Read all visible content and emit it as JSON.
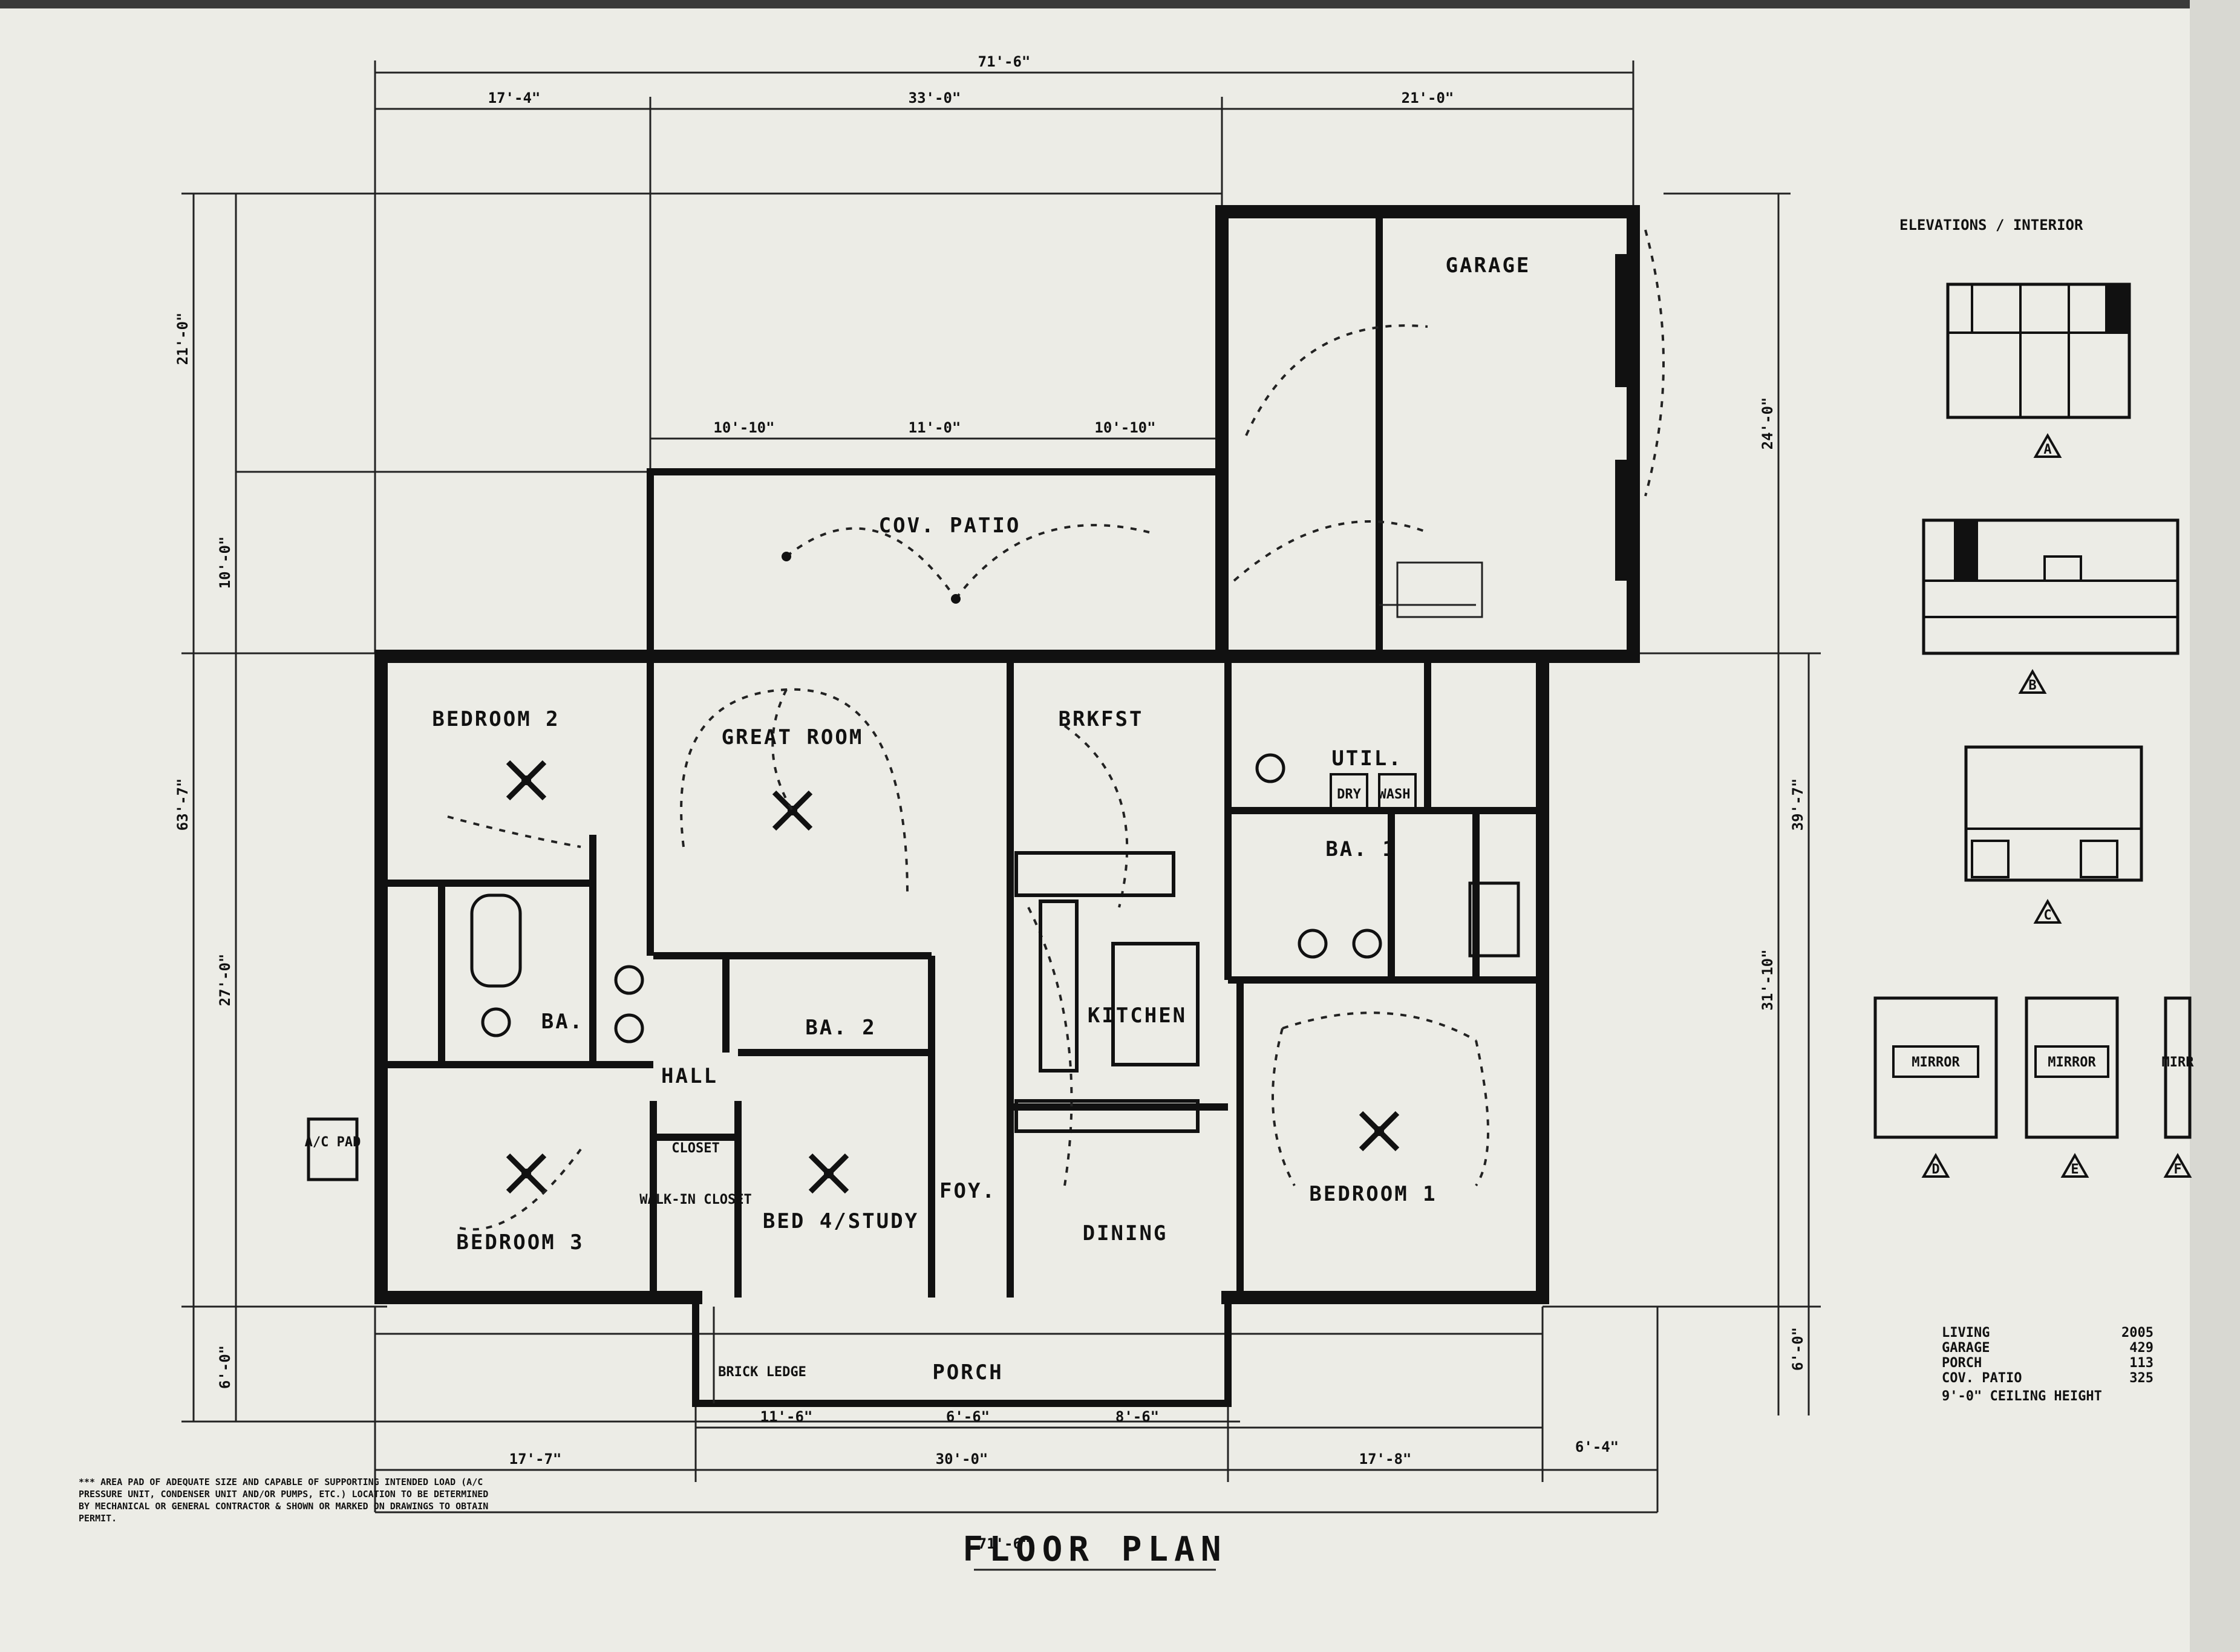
{
  "drawing": {
    "title": "FLOOR PLAN",
    "overall_width_top": "71'-6\"",
    "overall_width_bottom": "71'-6\"",
    "top_dims": [
      "17'-4\"",
      "33'-0\"",
      "21'-0\""
    ],
    "bottom_dims": [
      "17'-7\"",
      "30'-0\"",
      "17'-8\"",
      "6'-4\""
    ],
    "patio_dims": [
      "10'-10\"",
      "11'-0\"",
      "10'-10\""
    ],
    "left_dims": [
      "21'-0\"",
      "10'-0\"",
      "63'-7\"",
      "27'-0\"",
      "6'-0\""
    ],
    "right_dims": [
      "24'-0\"",
      "39'-7\"",
      "31'-10\"",
      "6'-0\""
    ],
    "porch_dims": [
      "11'-6\"",
      "6'-6\"",
      "8'-6\""
    ]
  },
  "rooms": {
    "garage": "GARAGE",
    "cov_patio": "COV. PATIO",
    "bedroom2": "BEDROOM 2",
    "great_room": "GREAT ROOM",
    "brkfst": "BRKFST",
    "util": "UTIL.",
    "ba1": "BA. 1",
    "ba": "BA.",
    "ba2": "BA. 2",
    "hall": "HALL",
    "kitchen": "KITCHEN",
    "bedroom1": "BEDROOM 1",
    "bedroom3": "BEDROOM 3",
    "bed4": "BED 4/STUDY",
    "foy": "FOY.",
    "dining": "DINING",
    "porch": "PORCH",
    "closet": "CLOSET",
    "walkin": "WALK-IN CLOSET",
    "ac_pad": "A/C PAD",
    "brick_ledge": "BRICK LEDGE",
    "dry": "DRY",
    "wash": "WASH"
  },
  "area_table": {
    "rows": [
      {
        "label": "LIVING",
        "value": "2005"
      },
      {
        "label": "GARAGE",
        "value": "429"
      },
      {
        "label": "PORCH",
        "value": "113"
      },
      {
        "label": "COV. PATIO",
        "value": "325"
      }
    ],
    "note": "9'-0\" CEILING HEIGHT"
  },
  "notes": {
    "ac_note": "*** AREA PAD OF ADEQUATE SIZE AND CAPABLE OF SUPPORTING INTENDED LOAD (A/C PRESSURE UNIT, CONDENSER UNIT AND/OR PUMPS, ETC.) LOCATION TO BE DETERMINED BY MECHANICAL OR GENERAL CONTRACTOR & SHOWN OR MARKED ON DRAWINGS TO OBTAIN PERMIT."
  },
  "elevations": {
    "header": "ELEVATIONS / INTERIOR",
    "labels": [
      "MIRROR",
      "MIRROR",
      "MIRR"
    ],
    "markers": [
      "A",
      "B",
      "C",
      "D",
      "E",
      "F"
    ]
  },
  "colors": {
    "paper": "#ecece6",
    "ink": "#111111"
  }
}
